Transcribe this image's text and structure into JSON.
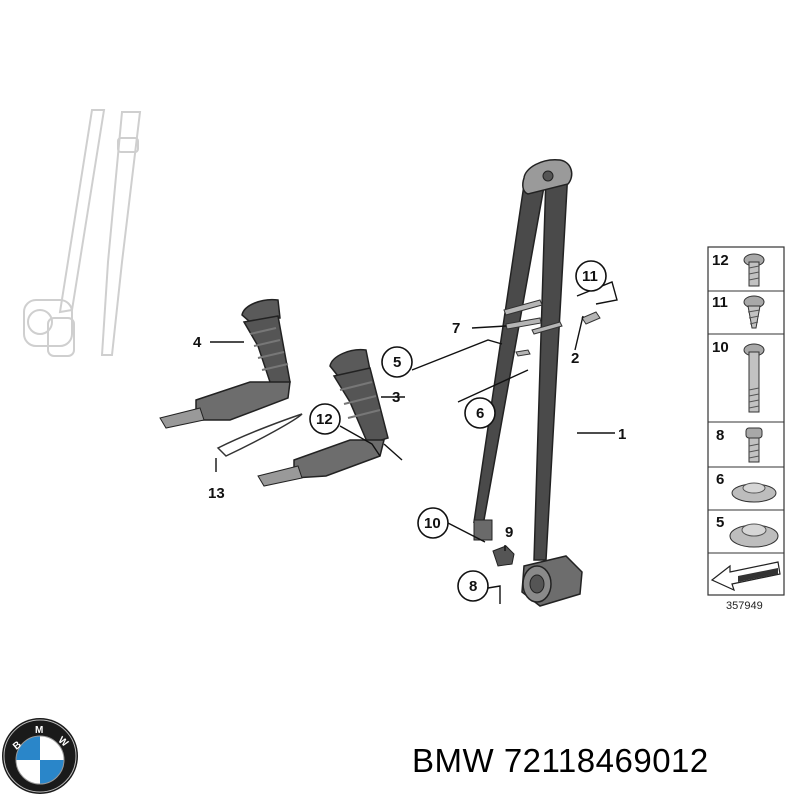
{
  "callouts": {
    "c1": "1",
    "c2": "2",
    "c3": "3",
    "c4": "4",
    "c5": "5",
    "c6": "6",
    "c7": "7",
    "c8": "8",
    "c9": "9",
    "c10": "10",
    "c11": "11",
    "c12": "12",
    "c13": "13"
  },
  "legend": {
    "items": [
      {
        "num": "12",
        "icon": "screw-icon"
      },
      {
        "num": "11",
        "icon": "self-tapping-screw-icon"
      },
      {
        "num": "10",
        "icon": "long-bolt-icon"
      },
      {
        "num": "8",
        "icon": "short-bolt-icon"
      },
      {
        "num": "6",
        "icon": "washer-icon"
      },
      {
        "num": "5",
        "icon": "washer-icon"
      },
      {
        "num": "",
        "icon": "front-direction-arrow-icon"
      }
    ],
    "figure_id": "357949"
  },
  "caption": {
    "brand": "BMW",
    "part_number": "72118469012",
    "text": "BMW 72118469012"
  },
  "logo": {
    "brand": "BMW",
    "letters": "BMW",
    "colors": {
      "blue": "#2a86c9",
      "ring": "#1a1a1a"
    }
  }
}
